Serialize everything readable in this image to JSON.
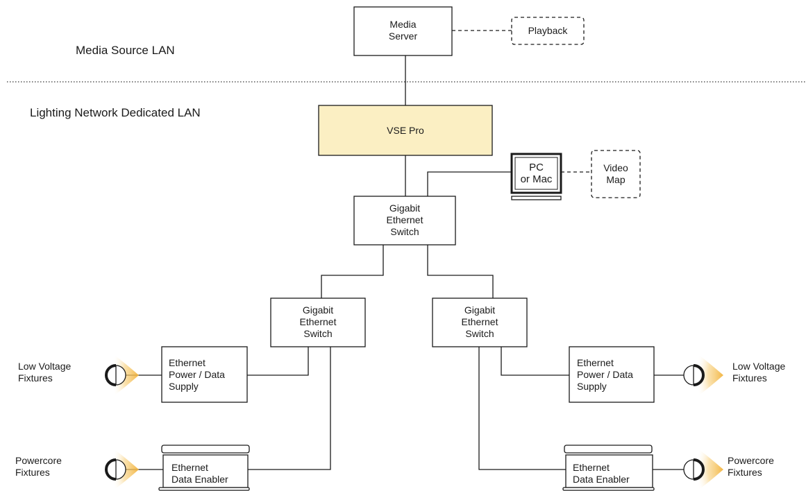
{
  "zones": {
    "media_source_lan": "Media Source LAN",
    "lighting_network_lan": "Lighting Network Dedicated LAN"
  },
  "nodes": {
    "media_server": "Media\nServer",
    "playback": "Playback",
    "vse_pro": "VSE Pro",
    "pc_mac": "PC\nor Mac",
    "video_map": "Video\nMap",
    "gigabit_switch_main": "Gigabit\nEthernet\nSwitch",
    "gigabit_switch_left": "Gigabit\nEthernet\nSwitch",
    "gigabit_switch_right": "Gigabit\nEthernet\nSwitch",
    "power_supply_left": "Ethernet\nPower / Data\nSupply",
    "power_supply_right": "Ethernet\nPower / Data\nSupply",
    "data_enabler_left": "Ethernet\nData Enabler",
    "data_enabler_right": "Ethernet\nData Enabler",
    "low_voltage_left": "Low Voltage\nFixtures",
    "low_voltage_right": "Low Voltage\nFixtures",
    "powercore_left": "Powercore\nFixtures",
    "powercore_right": "Powercore\nFixtures"
  },
  "colors": {
    "line": "#1a1a1a",
    "vse_fill": "#fbefc3",
    "glow": "#f2b23a",
    "divider": "#555555"
  }
}
